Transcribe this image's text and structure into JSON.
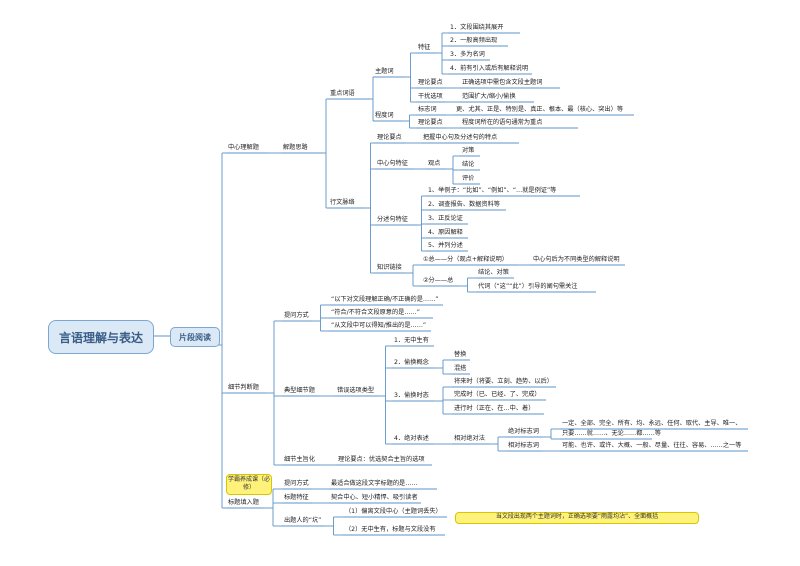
{
  "root": "言语理解与表达",
  "level1": "片段阅读",
  "labels": {
    "main_idea": "中心理解题",
    "approach": "解题思路",
    "focus_words": "重点词语",
    "topic_word": "主题词",
    "features": "特征",
    "f1": "1．文段围绕其展开",
    "f2": "2．一般高频出现",
    "f3": "3．多为名词",
    "f4": "4．前有引入或后有解释说明",
    "theory_key": "理论要点",
    "theory_key_text": "正确选项中需包含文段主题词",
    "distractor": "干扰选项",
    "distractor_text": "范围扩大/缩小/偷换",
    "degree_word": "程度词",
    "marker_word": "标志词",
    "marker_text": "更、尤其、正是、特别是、真正、根本、最（核心、突出）等",
    "theory_key2": "理论要点",
    "theory_key2_text": "程度词所在的语句通常为重点",
    "context": "行文脉络",
    "theory_key3": "理论要点",
    "theory_key3_text": "把握中心句及分述句的特点",
    "center_feat": "中心句特征",
    "viewpoint": "观点",
    "vp1": "对策",
    "vp2": "结论",
    "vp3": "评价",
    "sub_feat": "分述句特征",
    "s1": "1、举例子：“比如”、“例如”、“…就是例证”等",
    "s2": "2、调查报告、数据资料等",
    "s3": "3、正反论证",
    "s4": "4、原因解释",
    "s5": "5、并列分述",
    "knowledge": "知识链接",
    "k1": "①总——分（观点+解释说明）",
    "k1_text": "中心句后为不同类型的解释说明",
    "k2": "②分——总",
    "k2a": "结论、对策",
    "k2b": "代词（“这”“此”）引导的阐句需关注",
    "detail": "细节判断题",
    "ask_way": "提问方式",
    "q1": "“以下对文段理解正确/不正确的是……”",
    "q2": "“符合/不符合文段原意的是……”",
    "q3": "“从文段中可以得知/推出的是……”",
    "typical": "典型细节题",
    "wrong_type": "错误选项类型",
    "w1": "1．无中生有",
    "w2": "2．偷换概念",
    "w2a": "替换",
    "w2b": "混搭",
    "w3": "3．偷换时态",
    "w3a": "将来时（将要、立刻、趋势、以后）",
    "w3b": "完成时（已、已经、了、完成）",
    "w3c": "进行时（正在、在…中、着）",
    "w4": "4．绝对表述",
    "w4a": "相对绝对法",
    "abs_mark": "绝对标志词",
    "abs_text1": "一定、全部、完全、所有、均、永远、任何、取代、主导、唯一、",
    "abs_text2": "只要……就……、无论……都……等",
    "rel_mark": "相对标志词",
    "rel_text": "可能、也许、或许、大概、一般、尽量、往往、容易、……之一等",
    "gist": "细节主旨化",
    "gist_theory": "理论要点：优选契合主旨的选项",
    "tag": "学霸养成课（必修）",
    "title_fill": "标题填入题",
    "ask_way2": "提问方式",
    "ask_way2_text": "最适合做这段文字标题的是……",
    "title_feat": "标题特征",
    "title_feat_text": "契合中心、短小精悍、吸引读者",
    "pitfall": "出题人的“坑”",
    "p1": "（1）偏离文段中心（主题词丢失）",
    "p1_note": "当文段出现两个主题词时，正确选项要“雨露均沾”、全面概括",
    "p2": "（2）无中生有，标题与文段没有"
  },
  "colors": {
    "line": "#5b93c9",
    "root_fill": "#dbe9f7",
    "tag_fill": "#fff27a"
  }
}
